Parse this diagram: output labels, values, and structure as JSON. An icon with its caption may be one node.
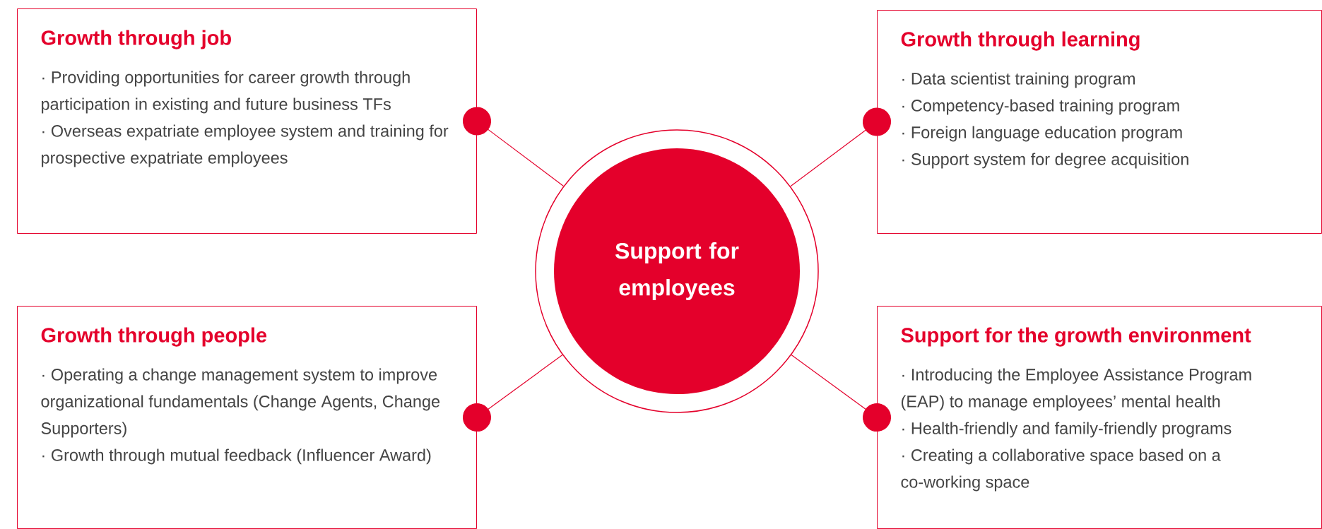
{
  "diagram": {
    "nodes": [
      {
        "text": [
          "Support for employees"
        ]
      },
      {
        "text": [
          "Growth through job",
          "· Providing opportunities for career growth through participation in existing and future business TFs",
          "· Overseas expatriate employee system and training for prospective expatriate employees"
        ]
      },
      {
        "text": [
          "Growth through learning",
          "· Data scientist training program",
          "· Competency-based training program",
          "· Foreign language education program",
          "· Support system for degree acquisition"
        ]
      },
      {
        "text": [
          "Growth through people",
          "· Operating a change management system to improve organizational fundamentals (Change Agents, Change Supporters)",
          "· Growth through mutual feedback (Influencer Award)"
        ]
      },
      {
        "text": [
          "Support for the growth environment",
          "· Introducing the Employee Assistance Program (EAP) to manage employees’ mental health",
          "· Health-friendly and family-friendly programs",
          "· Creating a collaborative space based on a co-working space"
        ]
      }
    ],
    "edges": [
      {
        "from": 0,
        "to": 1,
        "arrow": "other"
      },
      {
        "from": 0,
        "to": 2,
        "arrow": "other"
      },
      {
        "from": 0,
        "to": 3,
        "arrow": "other"
      },
      {
        "from": 0,
        "to": 4,
        "arrow": "other"
      }
    ]
  }
}
